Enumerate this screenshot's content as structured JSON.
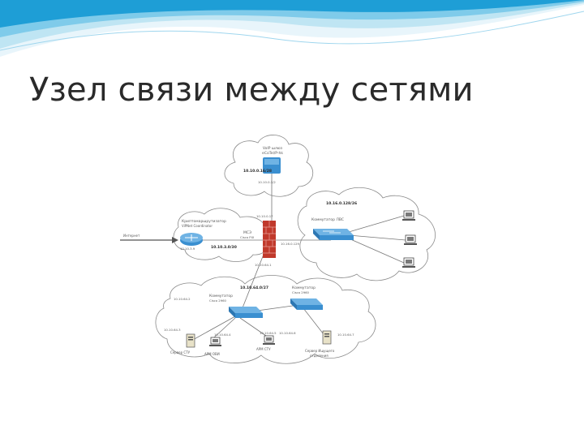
{
  "slide": {
    "title": "Узел связи между сетями"
  },
  "diagram": {
    "voip_cloud": {
      "label_1": "VoIP шлюз",
      "label_2": "eCoTel/P-hk",
      "subnet": "10.10.0.16/28",
      "address": "10.10.0.2/2"
    },
    "crypto_router": {
      "label_1": "Криптомаршрутизатор",
      "label_2": "ViPNet Coordinator",
      "address": "10.10.3.9"
    },
    "msoz": {
      "label_1": "МСЭ",
      "label_2": "Cisco PIX",
      "subnet": "10.10.3.0/30",
      "addr_top": "10.10.0.17",
      "addr_right": "10.16.0.129",
      "addr_bottom": "10.10.64.1"
    },
    "lan_cloud": {
      "subnet": "10.16.0.128/26",
      "switch_label": "Коммутатор ЛВС"
    },
    "inbound_label": "Интернет",
    "bottom_cloud": {
      "subnet": "10.10.64.0/27",
      "switch1_label_1": "Коммутатор",
      "switch1_label_2": "Cisco 2960",
      "switch2_label_1": "Коммутатор",
      "switch2_label_2": "Cisco 2960",
      "addr_left_top": "10.10.64.2",
      "addr_left": "10.10.64.3",
      "addr_mid1": "10.10.64.4",
      "addr_mid2": "10.10.64.5",
      "addr_right": "10.10.64.6",
      "addr_far_right": "10.10.64.7",
      "server1_label": "Сервер СТУ",
      "arm1_label": "АРМ ОВИ",
      "arm2_label": "АРМ СТУ",
      "server2_label_1": "Сервер Ищущего",
      "server2_label_2": "отделения"
    }
  },
  "colors": {
    "wave_blue": "#1e9ed6",
    "wave_light": "#bfe5f3",
    "cloud_stroke": "#8a8a8a",
    "device_blue": "#3a8fd0",
    "firewall_red": "#c0392b",
    "link": "#777777"
  }
}
